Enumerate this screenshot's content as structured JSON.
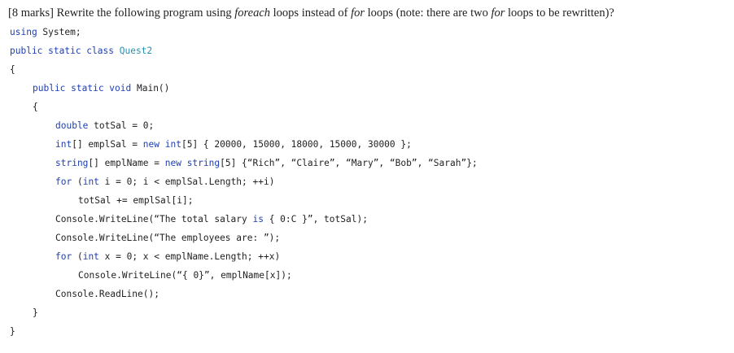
{
  "question": {
    "prefix": "[8 marks] Rewrite the following program using ",
    "em1": "foreach",
    "middle": " loops instead of ",
    "em2": "for",
    "middle2": " loops (note: there are two ",
    "em3": "for",
    "suffix": " loops to be rewritten)?"
  },
  "code": [
    {
      "indent": 0,
      "tokens": [
        {
          "t": "using",
          "c": "kw"
        },
        {
          "t": " System;",
          "c": ""
        }
      ]
    },
    {
      "indent": 0,
      "tokens": [
        {
          "t": "public static class",
          "c": "kw"
        },
        {
          "t": " ",
          "c": ""
        },
        {
          "t": "Quest2",
          "c": "cls"
        }
      ]
    },
    {
      "indent": 0,
      "tokens": [
        {
          "t": "{",
          "c": ""
        }
      ]
    },
    {
      "indent": 1,
      "tokens": [
        {
          "t": "public static void",
          "c": "kw"
        },
        {
          "t": " Main()",
          "c": ""
        }
      ]
    },
    {
      "indent": 1,
      "tokens": [
        {
          "t": "{",
          "c": ""
        }
      ]
    },
    {
      "indent": 2,
      "tokens": [
        {
          "t": "double",
          "c": "kw"
        },
        {
          "t": " totSal = 0;",
          "c": ""
        }
      ]
    },
    {
      "indent": 2,
      "tokens": [
        {
          "t": "int",
          "c": "kw"
        },
        {
          "t": "[] emplSal = ",
          "c": ""
        },
        {
          "t": "new",
          "c": "kw"
        },
        {
          "t": " ",
          "c": ""
        },
        {
          "t": "int",
          "c": "kw"
        },
        {
          "t": "[5] { 20000, 15000, 18000, 15000, 30000 };",
          "c": ""
        }
      ]
    },
    {
      "indent": 2,
      "tokens": [
        {
          "t": "string",
          "c": "kw"
        },
        {
          "t": "[] emplName = ",
          "c": ""
        },
        {
          "t": "new",
          "c": "kw"
        },
        {
          "t": " ",
          "c": ""
        },
        {
          "t": "string",
          "c": "kw"
        },
        {
          "t": "[5] {“Rich”, “Claire”, “Mary”, “Bob”, “Sarah”};",
          "c": ""
        }
      ]
    },
    {
      "indent": 2,
      "tokens": [
        {
          "t": "for",
          "c": "kw"
        },
        {
          "t": " (",
          "c": ""
        },
        {
          "t": "int",
          "c": "kw"
        },
        {
          "t": " i = 0; i < emplSal.Length; ++i)",
          "c": ""
        }
      ]
    },
    {
      "indent": 3,
      "tokens": [
        {
          "t": "totSal += emplSal[i];",
          "c": ""
        }
      ]
    },
    {
      "indent": 2,
      "tokens": [
        {
          "t": "Console.WriteLine(“The total salary ",
          "c": ""
        },
        {
          "t": "is",
          "c": "kw"
        },
        {
          "t": " { 0:C }”, totSal);",
          "c": ""
        }
      ]
    },
    {
      "indent": 2,
      "tokens": [
        {
          "t": "Console.WriteLine(“The employees are: ”);",
          "c": ""
        }
      ]
    },
    {
      "indent": 2,
      "tokens": [
        {
          "t": "for",
          "c": "kw"
        },
        {
          "t": " (",
          "c": ""
        },
        {
          "t": "int",
          "c": "kw"
        },
        {
          "t": " x = 0; x < emplName.Length; ++x)",
          "c": ""
        }
      ]
    },
    {
      "indent": 3,
      "tokens": [
        {
          "t": "Console.WriteLine(“{ 0}”, emplName[x]);",
          "c": ""
        }
      ]
    },
    {
      "indent": 2,
      "tokens": [
        {
          "t": "Console.ReadLine();",
          "c": ""
        }
      ]
    },
    {
      "indent": 1,
      "tokens": [
        {
          "t": "}",
          "c": ""
        }
      ]
    },
    {
      "indent": 0,
      "tokens": [
        {
          "t": "}",
          "c": ""
        }
      ]
    }
  ]
}
